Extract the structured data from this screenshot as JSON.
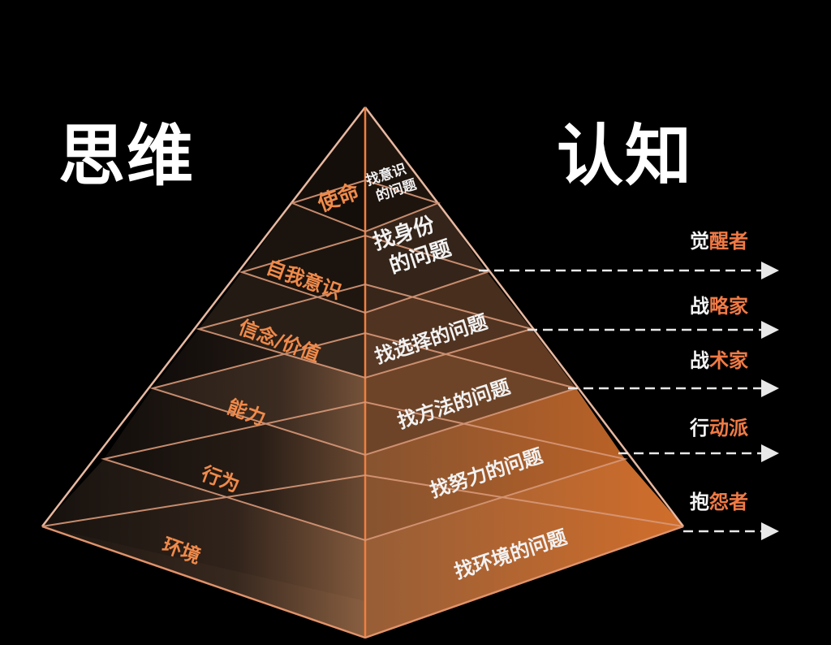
{
  "titles": {
    "left": "思维",
    "right": "认知"
  },
  "colors": {
    "background": "#000000",
    "accent": "#f07a45",
    "edge": "#e8a98a",
    "text": "#f2f2f2"
  },
  "layers": [
    {
      "level": "使命",
      "question": "找意识的问题",
      "question_lines": [
        "找意识",
        "的问题"
      ]
    },
    {
      "level": "自我意识",
      "question": "找身份的问题",
      "question_lines": [
        "找身份",
        "的问题"
      ]
    },
    {
      "level": "信念/价值",
      "question": "找选择的问题"
    },
    {
      "level": "能力",
      "question": "找方法的问题"
    },
    {
      "level": "行为",
      "question": "找努力的问题"
    },
    {
      "level": "环境",
      "question": "找环境的问题"
    }
  ],
  "roles": [
    {
      "prefix": "觉",
      "suffix": "醒者",
      "full": "觉醒者"
    },
    {
      "prefix": "战",
      "suffix": "略家",
      "full": "战略家"
    },
    {
      "prefix": "战",
      "suffix": "术家",
      "full": "战术家"
    },
    {
      "prefix": "行",
      "suffix": "动派",
      "full": "行动派"
    },
    {
      "prefix": "抱",
      "suffix": "怨者",
      "full": "抱怨者"
    }
  ]
}
